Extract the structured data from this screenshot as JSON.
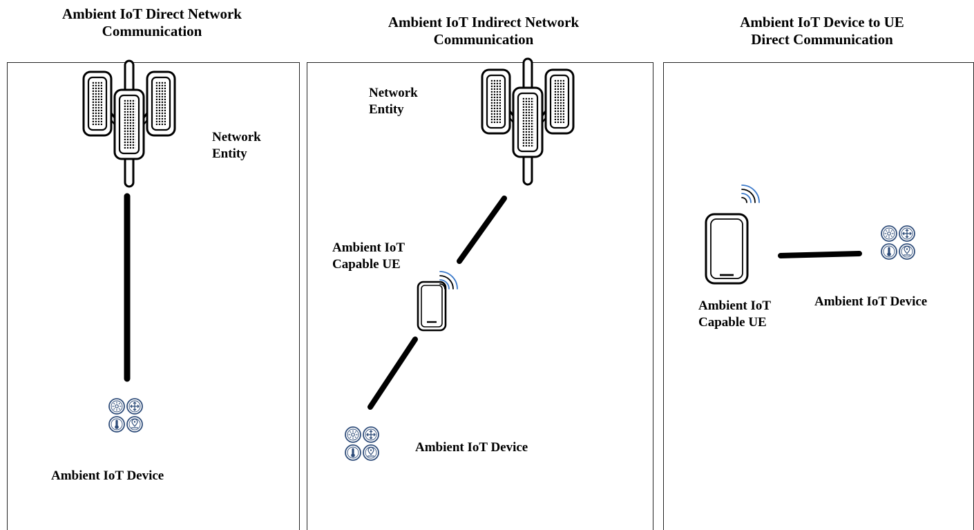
{
  "panels": [
    {
      "title_line1": "Ambient IoT Direct Network",
      "title_line2": "Communication",
      "labels": {
        "network_entity_1": "Network",
        "network_entity_2": "Entity",
        "device": "Ambient IoT Device"
      }
    },
    {
      "title_line1": "Ambient IoT Indirect Network",
      "title_line2": "Communication",
      "labels": {
        "network_entity_1": "Network",
        "network_entity_2": "Entity",
        "ue_1": "Ambient IoT",
        "ue_2": "Capable UE",
        "device": "Ambient IoT Device"
      }
    },
    {
      "title_line1": "Ambient IoT Device to UE",
      "title_line2": "Direct Communication",
      "labels": {
        "ue_1": "Ambient IoT",
        "ue_2": "Capable UE",
        "device": "Ambient IoT Device"
      }
    }
  ],
  "colors": {
    "line": "#000000",
    "icon_blue": "#2f4d7a",
    "wave_blue": "#3a78c9"
  },
  "icons": [
    "cell-tower-icon",
    "smartphone-icon",
    "wifi-waves-icon",
    "sun-icon",
    "move-arrows-icon",
    "thermometer-icon",
    "location-pin-icon"
  ]
}
